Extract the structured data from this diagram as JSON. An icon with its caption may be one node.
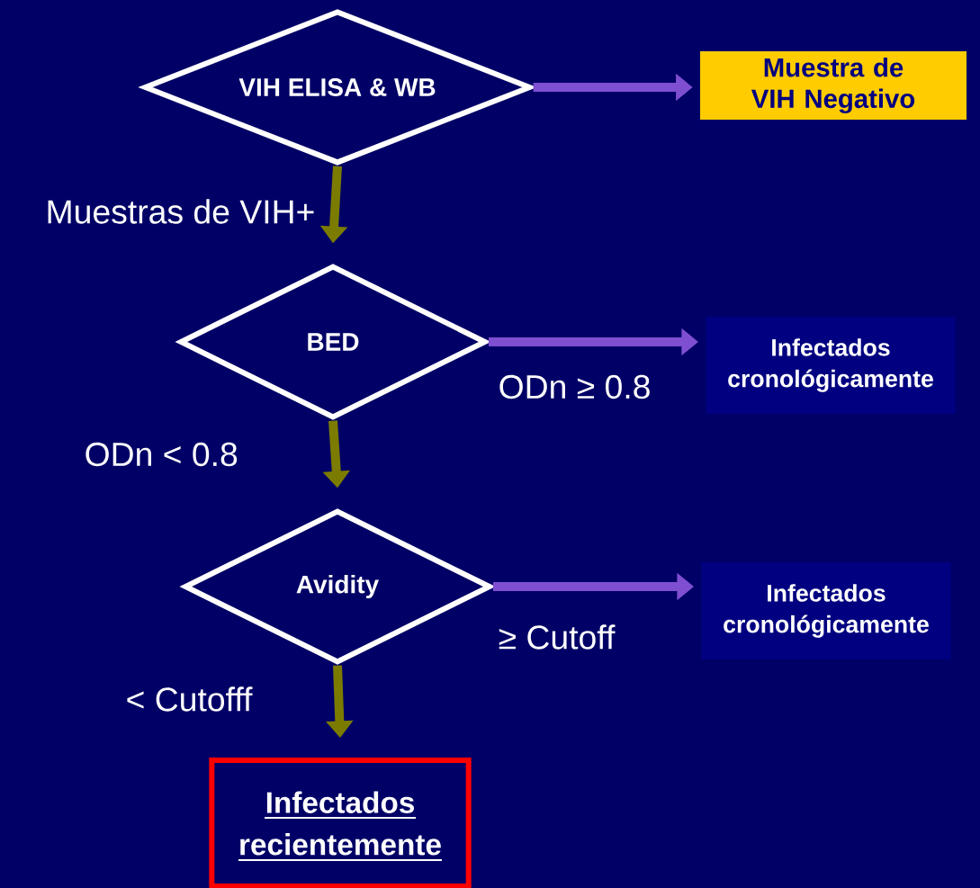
{
  "diagram": {
    "nodes": [
      {
        "text": [
          "VIH ELISA & WB"
        ]
      },
      {
        "text": [
          "Muestra de VIH Negativo"
        ]
      },
      {
        "text": [
          "BED"
        ]
      },
      {
        "text": [
          "Infectados cronológicamente"
        ]
      },
      {
        "text": [
          "Avidity"
        ]
      },
      {
        "text": [
          "Infectados cronológicamente"
        ]
      },
      {
        "text": [
          "Infectados recientemente"
        ]
      }
    ],
    "edges": [
      {
        "from": 0,
        "to": 1,
        "arrow": "to",
        "color": "#7f4fd2"
      },
      {
        "from": 0,
        "to": 2,
        "arrow": "to",
        "label": "Muestras de VIH+",
        "color": "#7b7b00"
      },
      {
        "from": 2,
        "to": 3,
        "arrow": "to",
        "label": "ODn ≥ 0.8",
        "color": "#7f4fd2"
      },
      {
        "from": 2,
        "to": 4,
        "arrow": "to",
        "label": "ODn < 0.8",
        "color": "#7b7b00"
      },
      {
        "from": 4,
        "to": 5,
        "arrow": "to",
        "label": "≥ Cutoff",
        "color": "#7f4fd2"
      },
      {
        "from": 4,
        "to": 6,
        "arrow": "to",
        "label": "< Cutofff",
        "color": "#7b7b00"
      }
    ]
  }
}
